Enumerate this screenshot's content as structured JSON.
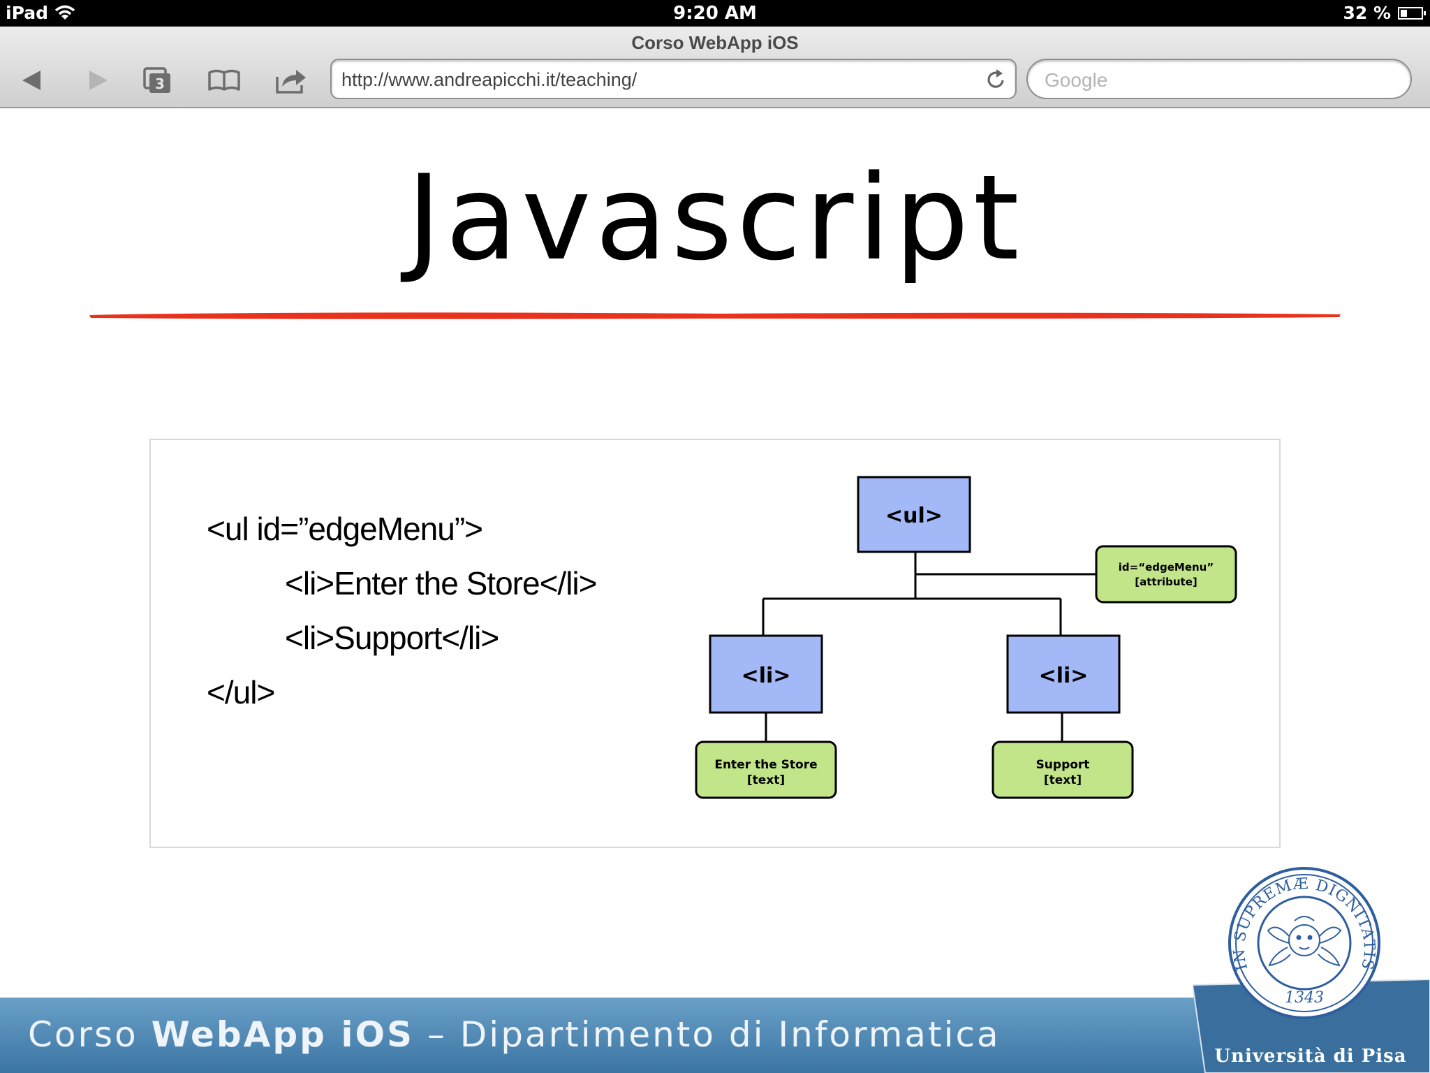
{
  "status_bar": {
    "device": "iPad",
    "time": "9:20 AM",
    "battery": "32 %",
    "battery_level": 0.32
  },
  "browser": {
    "page_title": "Corso WebApp iOS",
    "tab_count": "3",
    "url": "http://www.andreapicchi.it/teaching/",
    "search_placeholder": "Google",
    "icons": [
      "back-icon",
      "forward-icon",
      "tabs-icon",
      "bookmarks-icon",
      "share-icon",
      "reload-icon"
    ]
  },
  "slide": {
    "title": "Javascript",
    "accent_color": "#e8321e",
    "code_lines": [
      "<ul id=”edgeMenu”>",
      "<li>Enter the Store</li>",
      "<li>Support</li>",
      "</ul>"
    ],
    "tree": {
      "root": "<ul>",
      "attribute": {
        "line1": "id=“edgeMenu”",
        "line2": "[attribute]"
      },
      "children": [
        {
          "element": "<li>",
          "text_line1": "Enter the Store",
          "text_line2": "[text]"
        },
        {
          "element": "<li>",
          "text_line1": "Support",
          "text_line2": "[text]"
        }
      ],
      "element_color": "#a3b8f7",
      "text_color": "#c2e58a"
    }
  },
  "footer": {
    "prefix": "Corso ",
    "bold": "WebApp iOS",
    "suffix": " – Dipartimento di Informatica",
    "seal_motto": "IN SUPREMÆ DIGNITATIS",
    "seal_year": "1343",
    "university": "Università di Pisa",
    "color": "#3b75a4"
  }
}
